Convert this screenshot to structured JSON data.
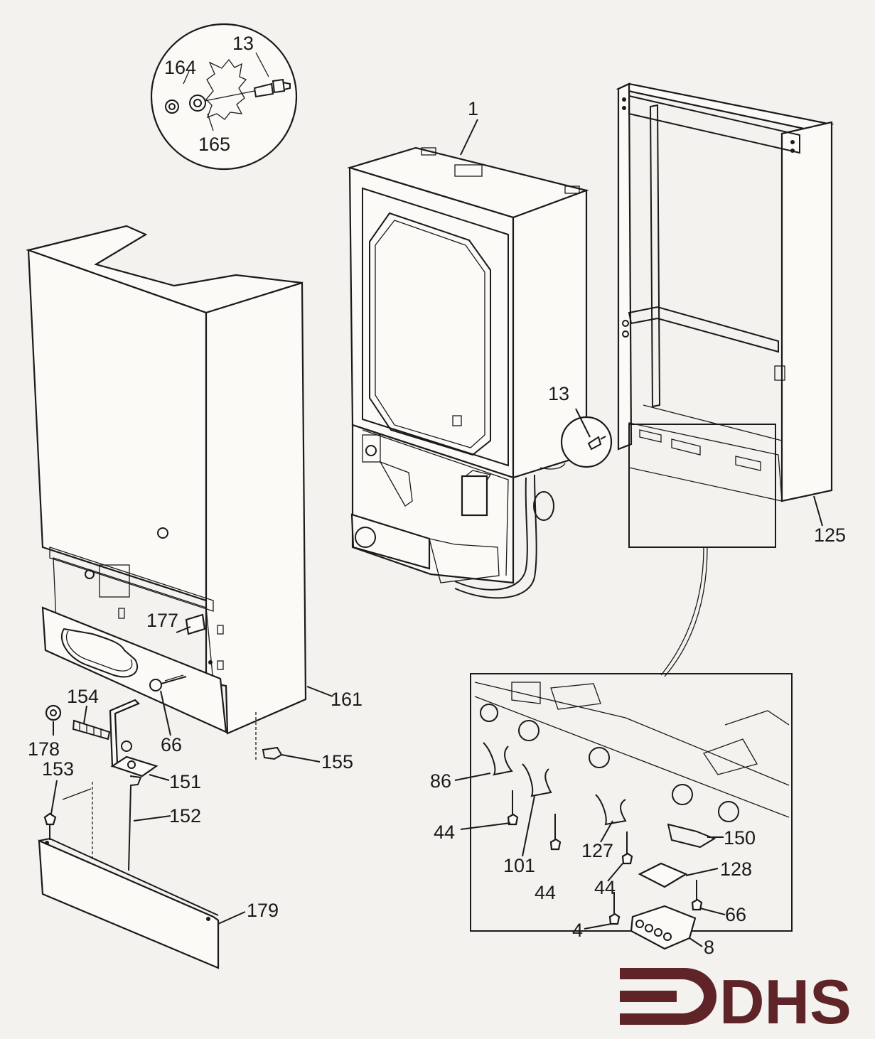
{
  "logo": {
    "text": "DHS",
    "color": "#5e2428"
  },
  "callouts": {
    "c13_top": "13",
    "c164": "164",
    "c165": "165",
    "c1": "1",
    "c13_mid": "13",
    "c125": "125",
    "c177": "177",
    "c161": "161",
    "c66_left": "66",
    "c154": "154",
    "c178": "178",
    "c155": "155",
    "c151": "151",
    "c153": "153",
    "c152": "152",
    "c179": "179",
    "c86": "86",
    "c44_a": "44",
    "c101": "101",
    "c44_b": "44",
    "c127": "127",
    "c44_c": "44",
    "c150": "150",
    "c128": "128",
    "c66_right": "66",
    "c4": "4",
    "c8": "8"
  }
}
